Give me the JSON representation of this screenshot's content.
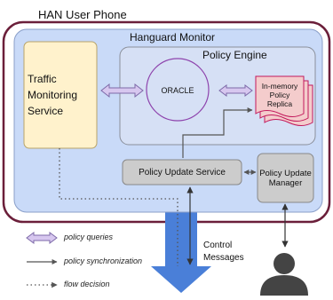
{
  "diagram": {
    "phone_label": "HAN User Phone",
    "monitor_label": "Hanguard Monitor",
    "policy_engine_label": "Policy Engine",
    "traffic_service_label": "Traffic Monitoring Service",
    "oracle_label": "ORACLE",
    "policy_replica_label": "In-memory Policy Replica",
    "policy_update_service_label": "Policy Update Service",
    "policy_update_manager_label": "Policy Update Manager",
    "control_messages_label": "Control Messages"
  },
  "legend": {
    "policy_queries": "policy queries",
    "policy_synchronization": "policy synchronization",
    "flow_decision": "flow decision"
  },
  "colors": {
    "phone_border": "#6b1f3a",
    "monitor_fill": "#c9daf8",
    "engine_fill": "#d6e0f5",
    "traffic_fill": "#fff2cc",
    "oracle_border": "#8e44ad",
    "replica_fill": "#f4cccc",
    "replica_border": "#c2185b",
    "service_fill": "#cccccc",
    "big_arrow": "#4a7fd8",
    "user_icon": "#444444"
  }
}
